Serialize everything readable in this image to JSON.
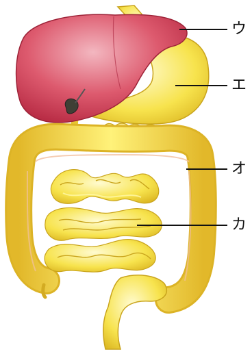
{
  "figure": {
    "labels": [
      {
        "key": "liver",
        "text": "ウ"
      },
      {
        "key": "stomach",
        "text": "エ"
      },
      {
        "key": "large_intestine",
        "text": "オ"
      },
      {
        "key": "small_intestine",
        "text": "カ"
      }
    ]
  }
}
